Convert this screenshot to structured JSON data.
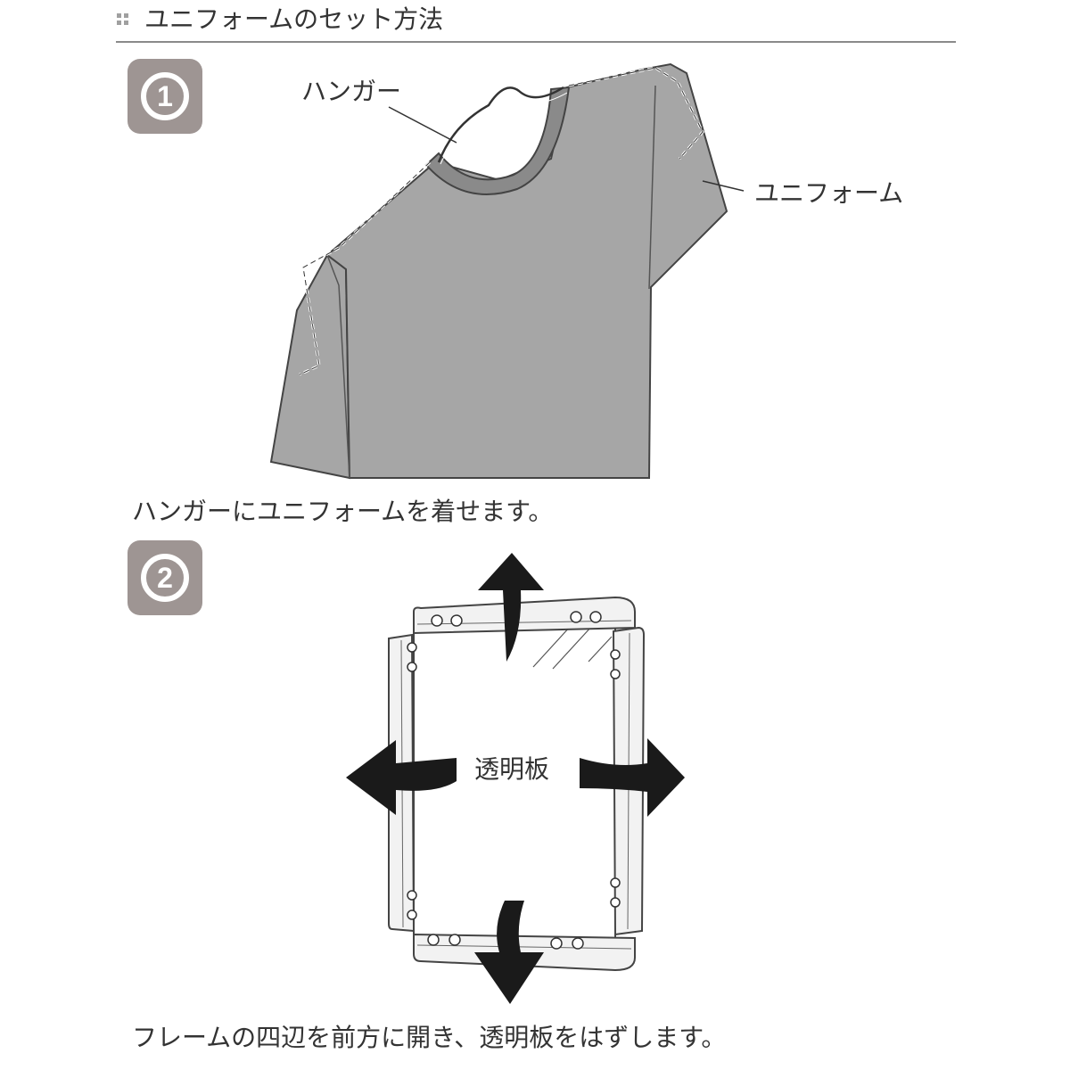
{
  "header": {
    "title": "ユニフォームのセット方法",
    "icon": "grid-dots-icon"
  },
  "steps": [
    {
      "number": "1",
      "labels": {
        "hanger": "ハンガー",
        "uniform": "ユニフォーム"
      },
      "caption": "ハンガーにユニフォームを着せます。"
    },
    {
      "number": "2",
      "labels": {
        "panel": "透明板"
      },
      "caption": "フレームの四辺を前方に開き、透明板をはずします。"
    }
  ],
  "colors": {
    "badge": "#9e9593",
    "shirt": "#a6a6a6",
    "collar": "#8a8a8a",
    "rule": "#8a8a8a",
    "arrow": "#1a1a1a"
  }
}
